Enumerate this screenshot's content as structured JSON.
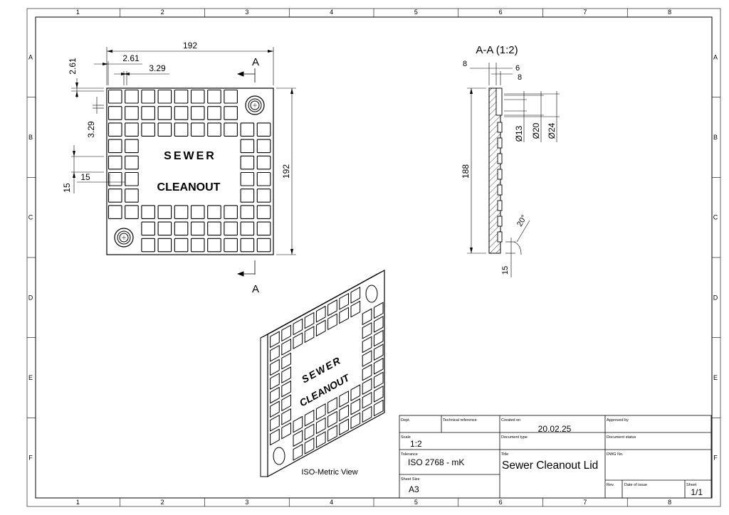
{
  "zones": {
    "columns": [
      "1",
      "2",
      "3",
      "4",
      "5",
      "6",
      "7",
      "8"
    ],
    "rows": [
      "A",
      "B",
      "C",
      "D",
      "E",
      "F"
    ]
  },
  "front_view": {
    "label_top": "SEWER",
    "label_bottom": "CLEANOUT",
    "dim_width": "192",
    "dim_height": "192",
    "dim_margin_top": "2.61",
    "dim_margin_left": "2.61",
    "dim_gap": "3.29",
    "dim_gap_vertical": "3.29",
    "dim_cell": "15",
    "dim_cell_vertical": "15",
    "section_mark_top": "A",
    "section_mark_bottom": "A"
  },
  "section_view": {
    "title": "A-A (1:2)",
    "dim_8_left": "8",
    "dim_6": "6",
    "dim_8_right": "8",
    "dim_length": "188",
    "dia_13": "Ø13",
    "dia_20": "Ø20",
    "dia_24": "Ø24",
    "angle": "20°",
    "dim_15": "15"
  },
  "iso_view": {
    "caption": "ISO-Metric View",
    "label_top": "SEWER",
    "label_bottom": "CLEANOUT"
  },
  "title_block": {
    "dept_label": "Dept.",
    "tech_ref_label": "Technical reference",
    "created_label": "Created on",
    "created_value": "20.02.25",
    "approved_label": "Approved by",
    "scale_label": "Scale",
    "scale_value": "1:2",
    "doc_type_label": "Document type",
    "doc_status_label": "Document status",
    "tolerance_label": "Tolerance",
    "tolerance_value": "ISO 2768 - mK",
    "title_label": "Title",
    "title_value": "Sewer Cleanout Lid",
    "dwg_label": "DWG No.",
    "sheet_size_label": "Sheet Size",
    "sheet_size_value": "A3",
    "rev_label": "Rev.",
    "date_issue_label": "Date of issue",
    "sheet_label": "Sheet",
    "sheet_value": "1/1"
  }
}
